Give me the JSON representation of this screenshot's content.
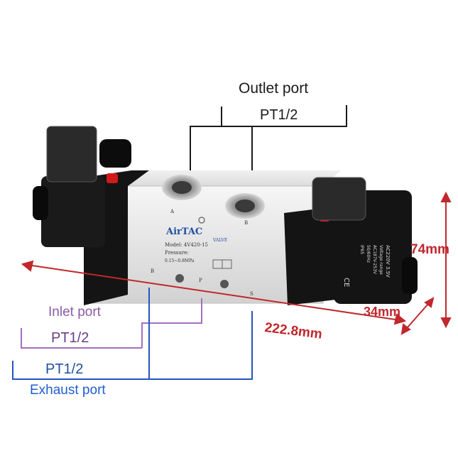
{
  "labels": {
    "outlet_title": "Outlet port",
    "outlet_size": "PT1/2",
    "inlet_title": "Inlet port",
    "inlet_size": "PT1/2",
    "exhaust_size": "PT1/2",
    "exhaust_title": "Exhaust port"
  },
  "dimensions": {
    "height": "74mm",
    "depth": "34mm",
    "length": "222.8mm"
  },
  "valve_markings": {
    "brand": "AirTAC",
    "valve_word": "VALVE",
    "model": "Model: 4V420-15",
    "pressure_label": "Pressure:",
    "pressure_range": "0.15~0.8MPa",
    "port_a": "A",
    "port_b_top": "B",
    "port_b_bottom": "B",
    "port_p": "P",
    "port_s": "S"
  },
  "coil_label": {
    "voltage": "AC220V 3.5V",
    "range_label": "Voltage range",
    "range": "AC187V-253V",
    "frequency": "50/60Hz",
    "ip": "IP65",
    "mark": "CE"
  },
  "colors": {
    "valve_body": "#e8e8e8",
    "solenoid": "#111111",
    "dimension": "#c0282d",
    "inlet": "#a070c0",
    "exhaust": "#2255c0",
    "outlet": "#1a1a1a"
  }
}
